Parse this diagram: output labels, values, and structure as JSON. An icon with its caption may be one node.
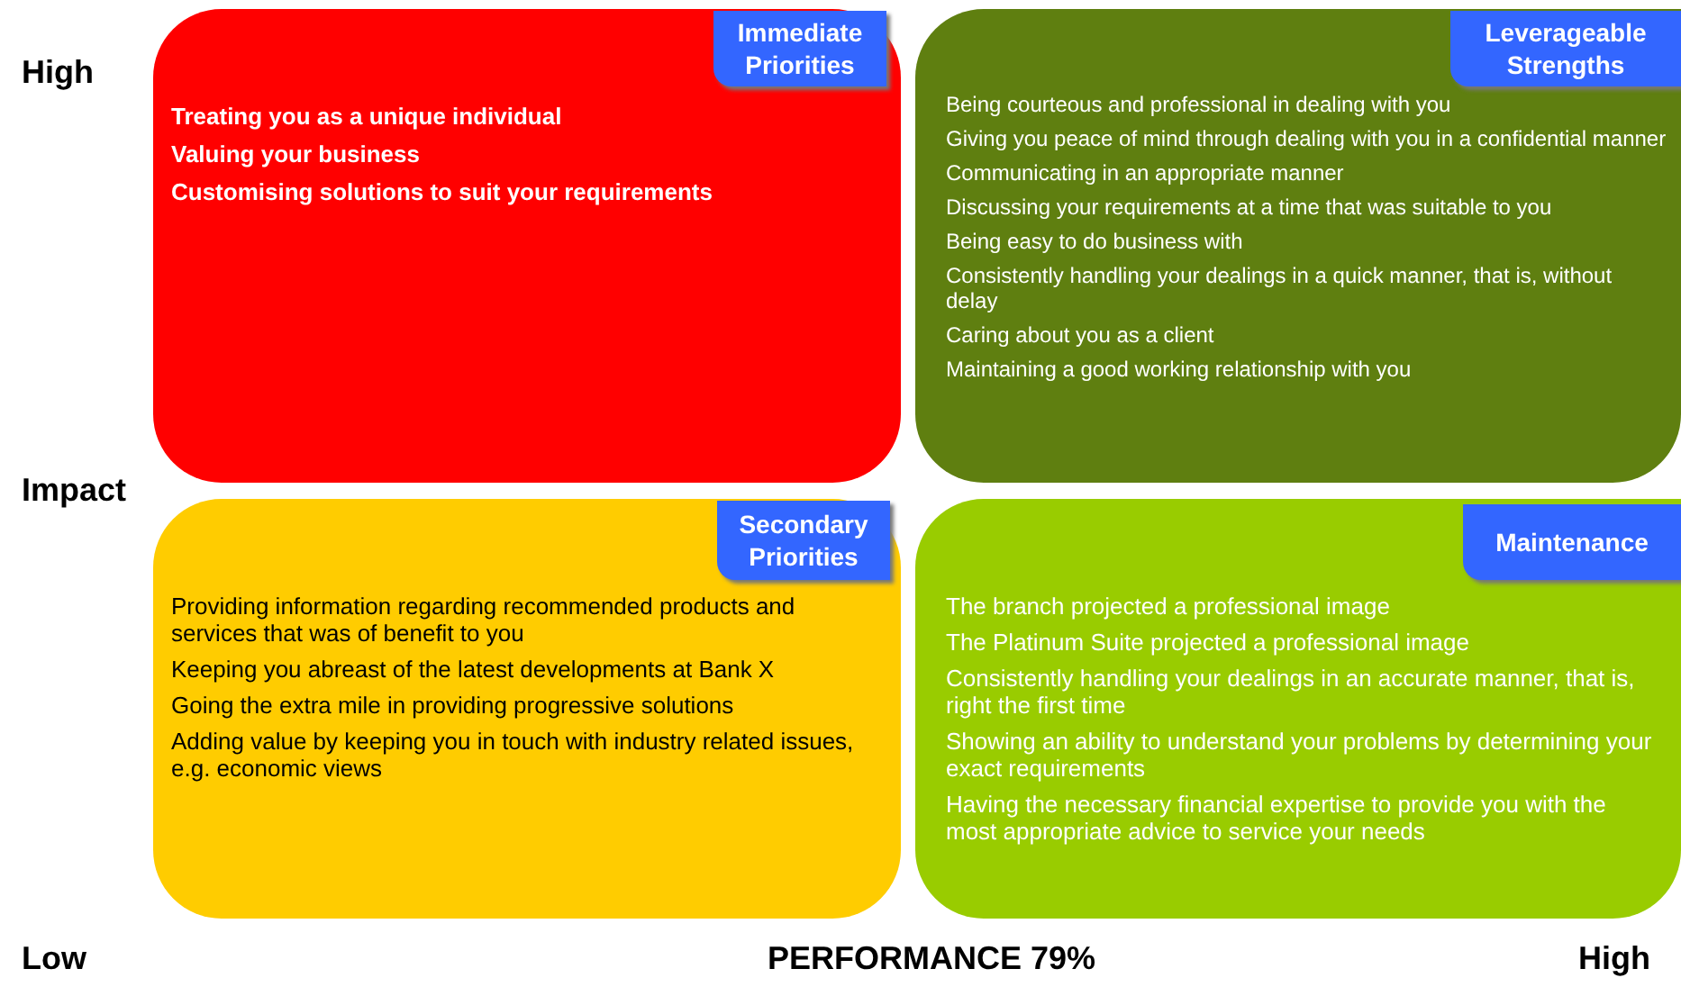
{
  "diagram": {
    "nodes": [
      {
        "text": [
          "Treating you as a unique individual",
          "Valuing your business",
          "Customising solutions to suit your requirements"
        ]
      },
      {
        "text": [
          "Immediate Priorities"
        ],
        "in": 0
      },
      {
        "text": [
          "Being courteous and professional in dealing with you",
          "Giving you peace of mind through dealing with you in a confidential manner",
          "Communicating in an appropriate manner",
          "Discussing your requirements at a time that was suitable to you",
          "Being easy to do business with",
          "Consistently handling your dealings in a quick manner, that is, without delay",
          "Caring about you as a client",
          "Maintaining a good working relationship with you"
        ]
      },
      {
        "text": [
          "Leverageable Strengths"
        ],
        "in": 2
      },
      {
        "text": [
          "Providing information regarding recommended products and services that was of benefit to you",
          "Keeping you abreast of the latest developments at Bank X",
          "Going the extra mile in providing progressive solutions",
          "Adding value by keeping you in touch with industry related issues, e.g. economic views"
        ]
      },
      {
        "text": [
          "Secondary Priorities"
        ],
        "in": 4
      },
      {
        "text": [
          "The branch projected a professional image",
          "The Platinum Suite projected a professional image",
          "Consistently handling your dealings in an accurate manner, that is, right the first time",
          "Showing an ability to understand your problems by determining your exact requirements",
          "Having the necessary financial expertise to provide you with the most appropriate advice to service your needs"
        ]
      },
      {
        "text": [
          "Maintenance"
        ],
        "in": 6
      }
    ],
    "labels": [
      "High",
      "Impact",
      "Low",
      "PERFORMANCE 79%",
      "High"
    ]
  }
}
